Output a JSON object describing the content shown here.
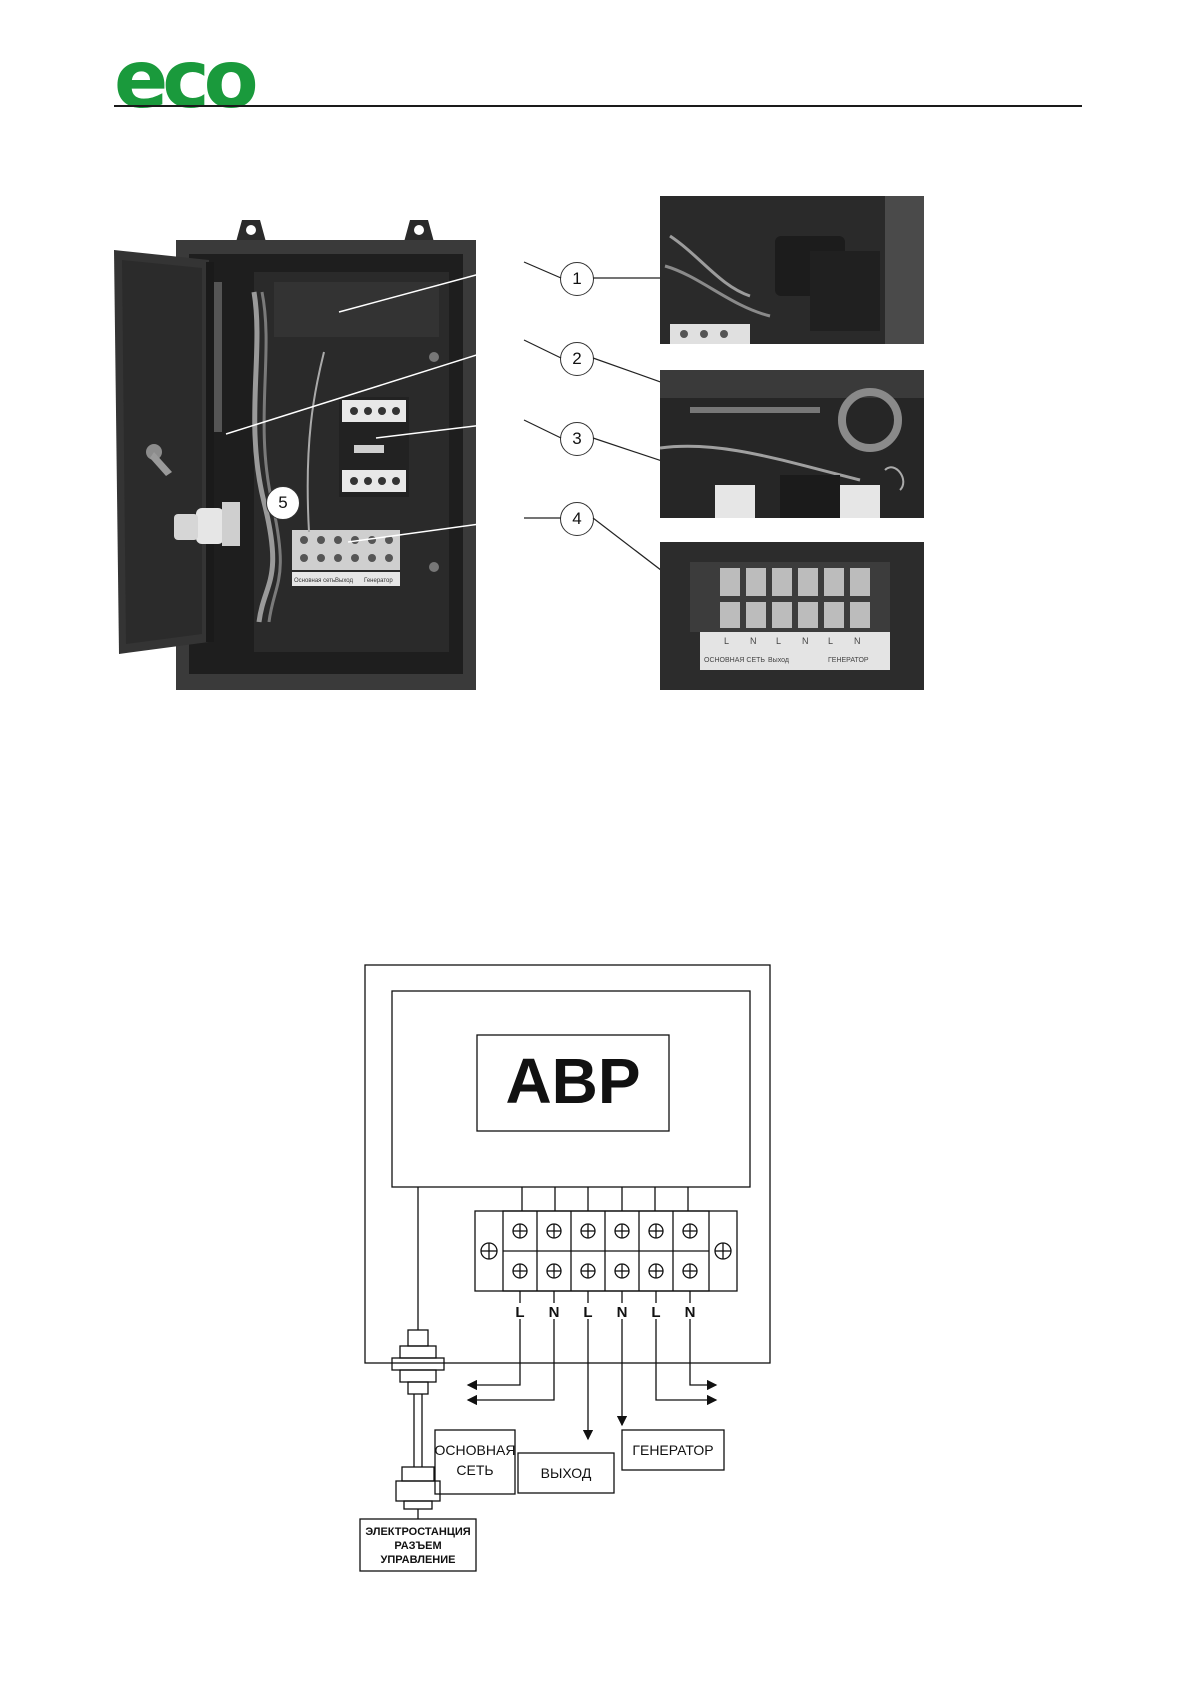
{
  "header": {
    "logo_text": "eco",
    "brand_color": "#1a9a3c"
  },
  "photo_figure": {
    "callouts": [
      "1",
      "2",
      "3",
      "4",
      "5"
    ],
    "terminal_letters": [
      "L",
      "N",
      "L",
      "N",
      "L",
      "N"
    ],
    "panel_labels": [
      "Основная сеть",
      "Выход",
      "Генератор"
    ],
    "detail_labels": [
      "ОСНОВНАЯ СЕТЬ",
      "Выход",
      "ГЕНЕРАТОР"
    ]
  },
  "diagram": {
    "title": "АВР",
    "terminal_letters": [
      "L",
      "N",
      "L",
      "N",
      "L",
      "N"
    ],
    "label_main_line1": "ОСНОВНАЯ",
    "label_main_line2": "СЕТЬ",
    "label_output": "ВЫХОД",
    "label_generator": "ГЕНЕРАТОР",
    "label_connector_line1": "ЭЛЕКТРОСТАНЦИЯ",
    "label_connector_line2": "РАЗЪЕМ",
    "label_connector_line3": "УПРАВЛЕНИЕ"
  }
}
